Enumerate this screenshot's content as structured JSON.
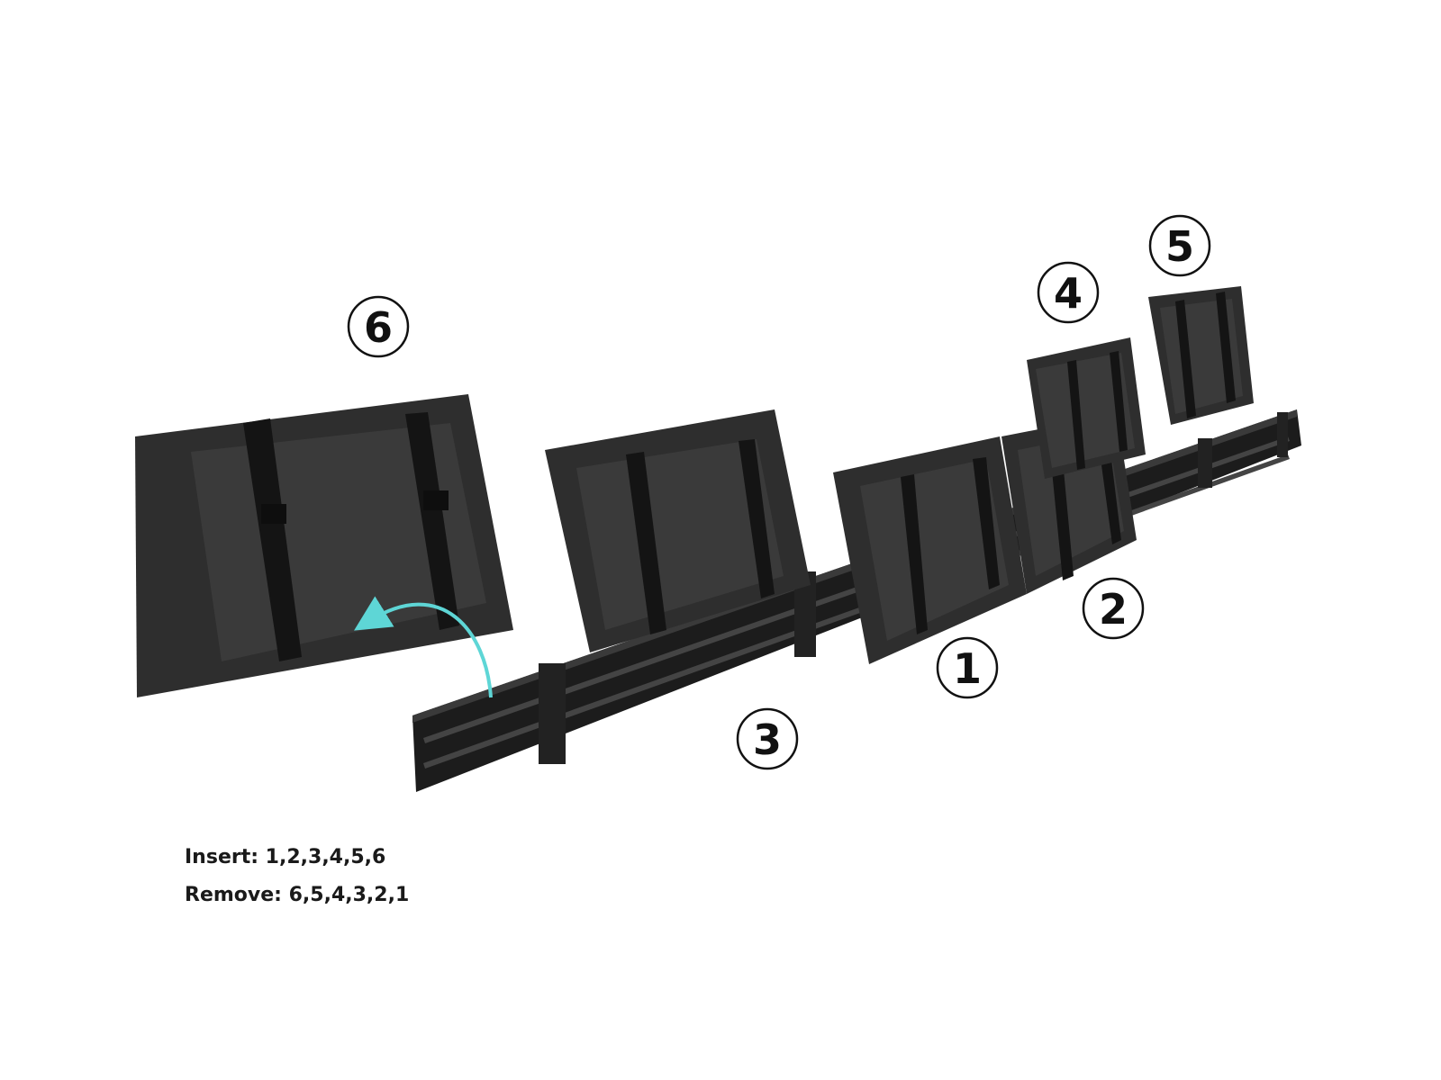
{
  "callouts": [
    {
      "label": "6"
    },
    {
      "label": "5"
    },
    {
      "label": "4"
    },
    {
      "label": "3"
    },
    {
      "label": "2"
    },
    {
      "label": "1"
    }
  ],
  "instructions": {
    "insert": "Insert: 1,2,3,4,5,6",
    "remove": "Remove: 6,5,4,3,2,1"
  },
  "colors": {
    "panel": "#2e2e2e",
    "panel_inner": "#3a3a3a",
    "bracket": "#141414",
    "rail": "#1c1c1c",
    "arrow": "#5ed6d6"
  },
  "icons": [
    "curved-arrow-icon"
  ]
}
